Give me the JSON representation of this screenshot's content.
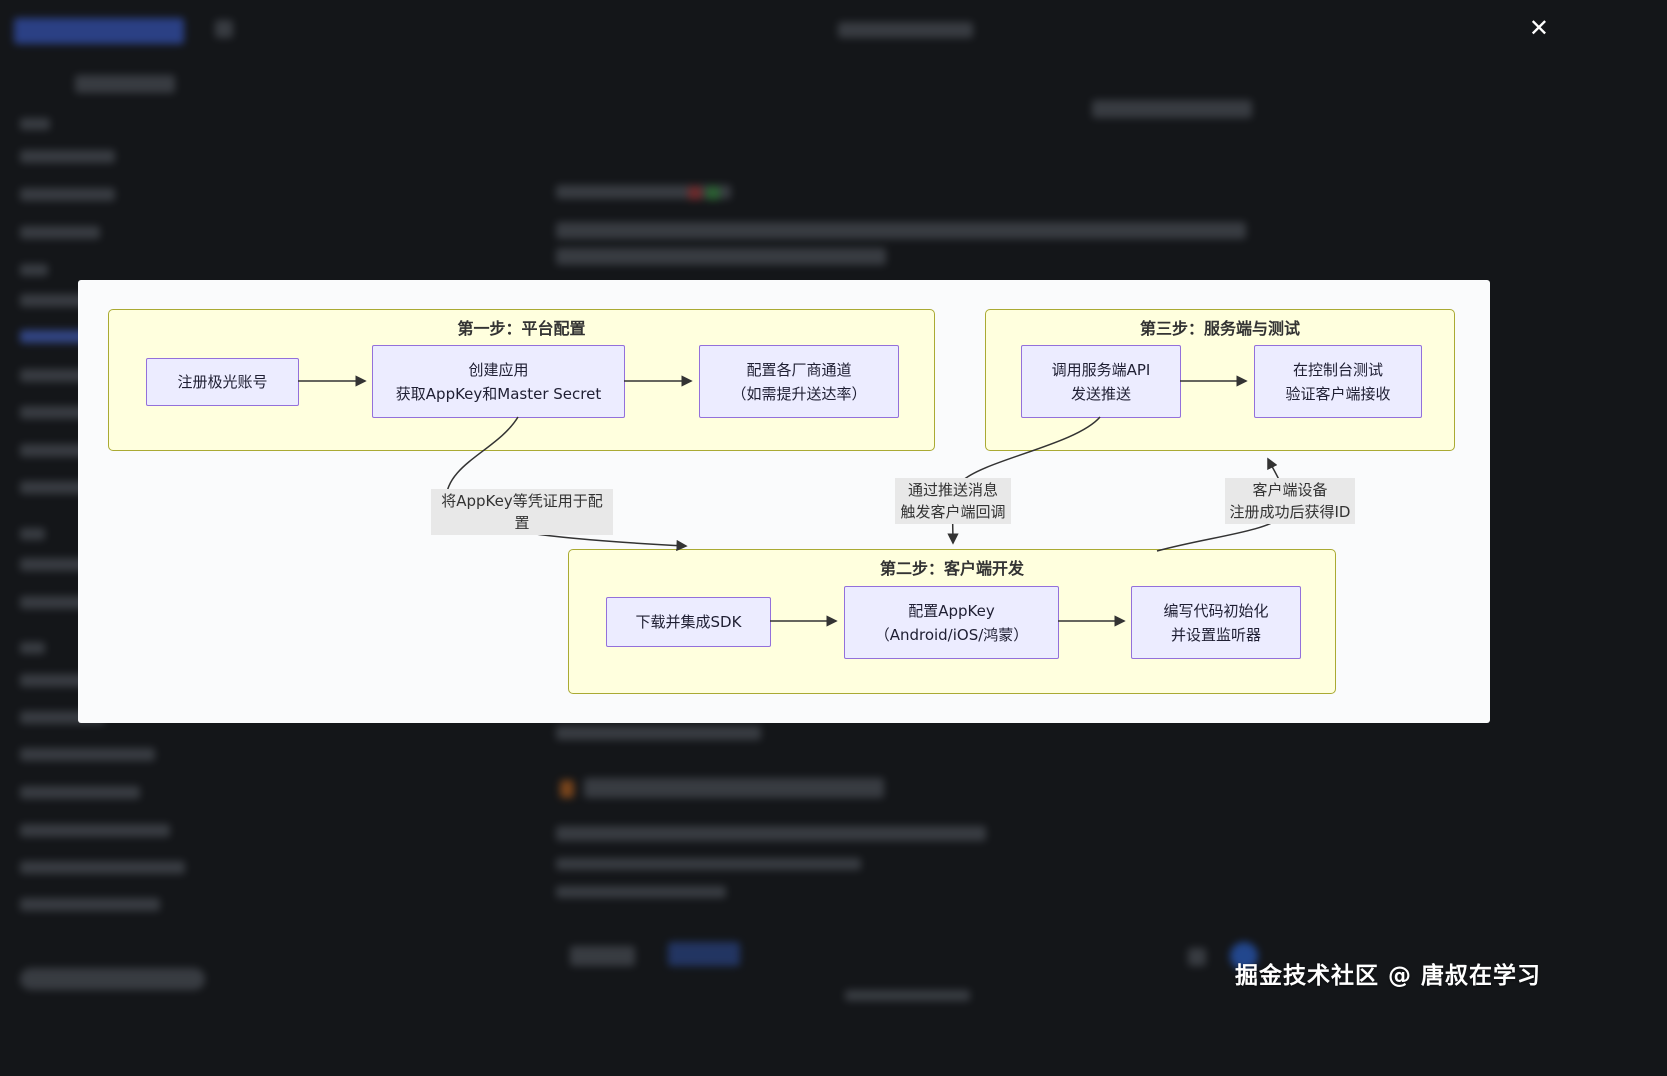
{
  "overlay": {
    "close_label": "✕",
    "watermark": "掘金技术社区 @ 唐叔在学习"
  },
  "diagram": {
    "groups": [
      {
        "title": "第一步：平台配置",
        "nodes": [
          {
            "lines": [
              "注册极光账号"
            ]
          },
          {
            "lines": [
              "创建应用",
              "获取AppKey和Master Secret"
            ]
          },
          {
            "lines": [
              "配置各厂商通道",
              "（如需提升送达率）"
            ]
          }
        ]
      },
      {
        "title": "第三步：服务端与测试",
        "nodes": [
          {
            "lines": [
              "调用服务端API",
              "发送推送"
            ]
          },
          {
            "lines": [
              "在控制台测试",
              "验证客户端接收"
            ]
          }
        ]
      },
      {
        "title": "第二步：客户端开发",
        "nodes": [
          {
            "lines": [
              "下载并集成SDK"
            ]
          },
          {
            "lines": [
              "配置AppKey",
              "（Android/iOS/鸿蒙）"
            ]
          },
          {
            "lines": [
              "编写代码初始化",
              "并设置监听器"
            ]
          }
        ]
      }
    ],
    "edge_labels": [
      {
        "lines": [
          "将AppKey等凭证用于配置"
        ]
      },
      {
        "lines": [
          "通过推送消息",
          "触发客户端回调"
        ]
      },
      {
        "lines": [
          "客户端设备",
          "注册成功后获得ID"
        ]
      }
    ],
    "colors": {
      "group_fill": "#ffffde",
      "group_border": "#aaaa33",
      "node_fill": "#ececff",
      "node_border": "#9370db",
      "edge": "#333333",
      "edge_label_bg": "#e8e8e8"
    }
  }
}
